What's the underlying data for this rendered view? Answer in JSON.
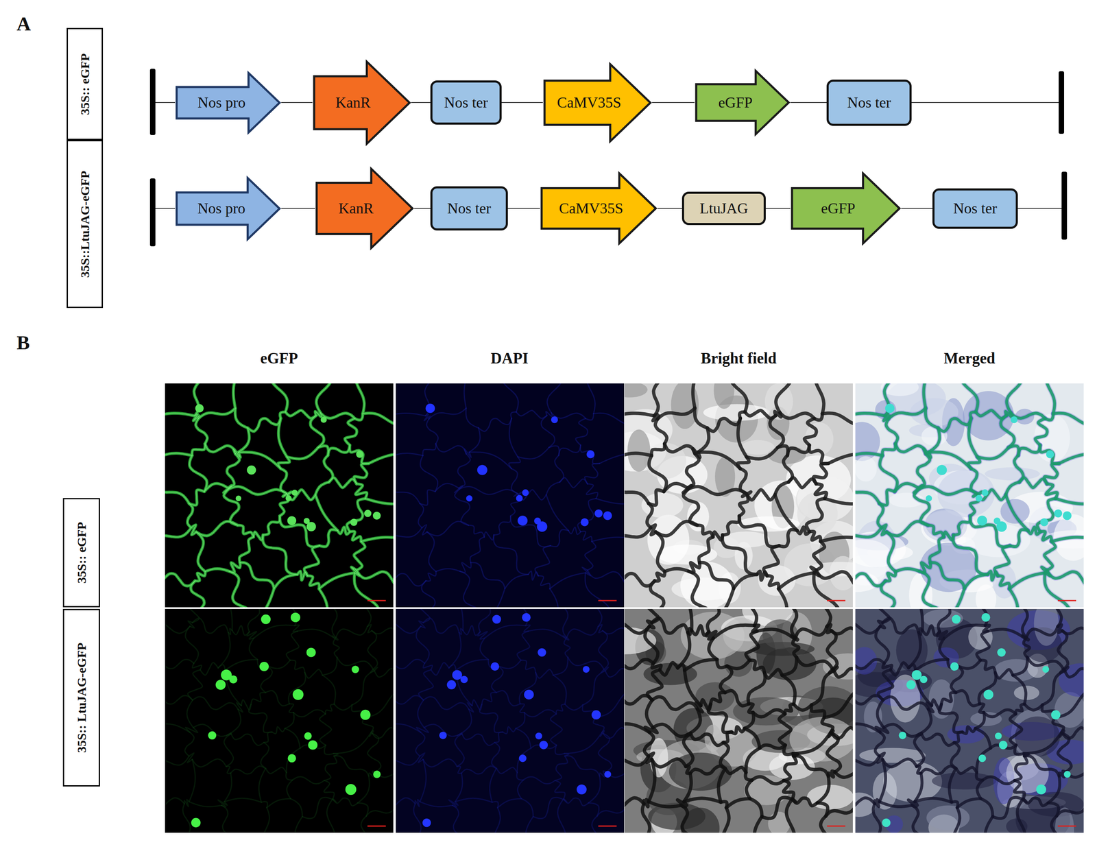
{
  "diagram": {
    "nodes": [
      {
        "text": [
          "35S:: eGFP"
        ]
      },
      {
        "text": [
          "Nos pro"
        ]
      },
      {
        "text": [
          "KanR"
        ]
      },
      {
        "text": [
          "Nos ter"
        ]
      },
      {
        "text": [
          "CaMV35S"
        ]
      },
      {
        "text": [
          "eGFP"
        ]
      },
      {
        "text": [
          "Nos ter"
        ]
      },
      {
        "text": [
          "35S::LtuJAG-eGFP"
        ]
      },
      {
        "text": [
          "Nos pro"
        ]
      },
      {
        "text": [
          "KanR"
        ]
      },
      {
        "text": [
          "Nos ter"
        ]
      },
      {
        "text": [
          "CaMV35S"
        ]
      },
      {
        "text": [
          "LtuJAG"
        ]
      },
      {
        "text": [
          "eGFP"
        ]
      },
      {
        "text": [
          "Nos ter"
        ]
      },
      {
        "text": [
          "35S:: eGFP"
        ]
      },
      {
        "text": [
          "35S:: LtuJAG-eGFP"
        ]
      }
    ],
    "edges": [
      {
        "from": 1,
        "to": 2,
        "arrow": "none"
      },
      {
        "from": 2,
        "to": 3,
        "arrow": "none"
      },
      {
        "from": 3,
        "to": 4,
        "arrow": "none"
      },
      {
        "from": 4,
        "to": 5,
        "arrow": "none"
      },
      {
        "from": 5,
        "to": 6,
        "arrow": "none"
      },
      {
        "from": 8,
        "to": 9,
        "arrow": "none"
      },
      {
        "from": 9,
        "to": 10,
        "arrow": "none"
      },
      {
        "from": 10,
        "to": 11,
        "arrow": "none"
      },
      {
        "from": 11,
        "to": 12,
        "arrow": "none"
      },
      {
        "from": 12,
        "to": 13,
        "arrow": "none"
      },
      {
        "from": 13,
        "to": 14,
        "arrow": "none"
      }
    ],
    "labels": [
      "A",
      "B",
      "eGFP",
      "DAPI",
      "Bright field",
      "Merged"
    ]
  }
}
